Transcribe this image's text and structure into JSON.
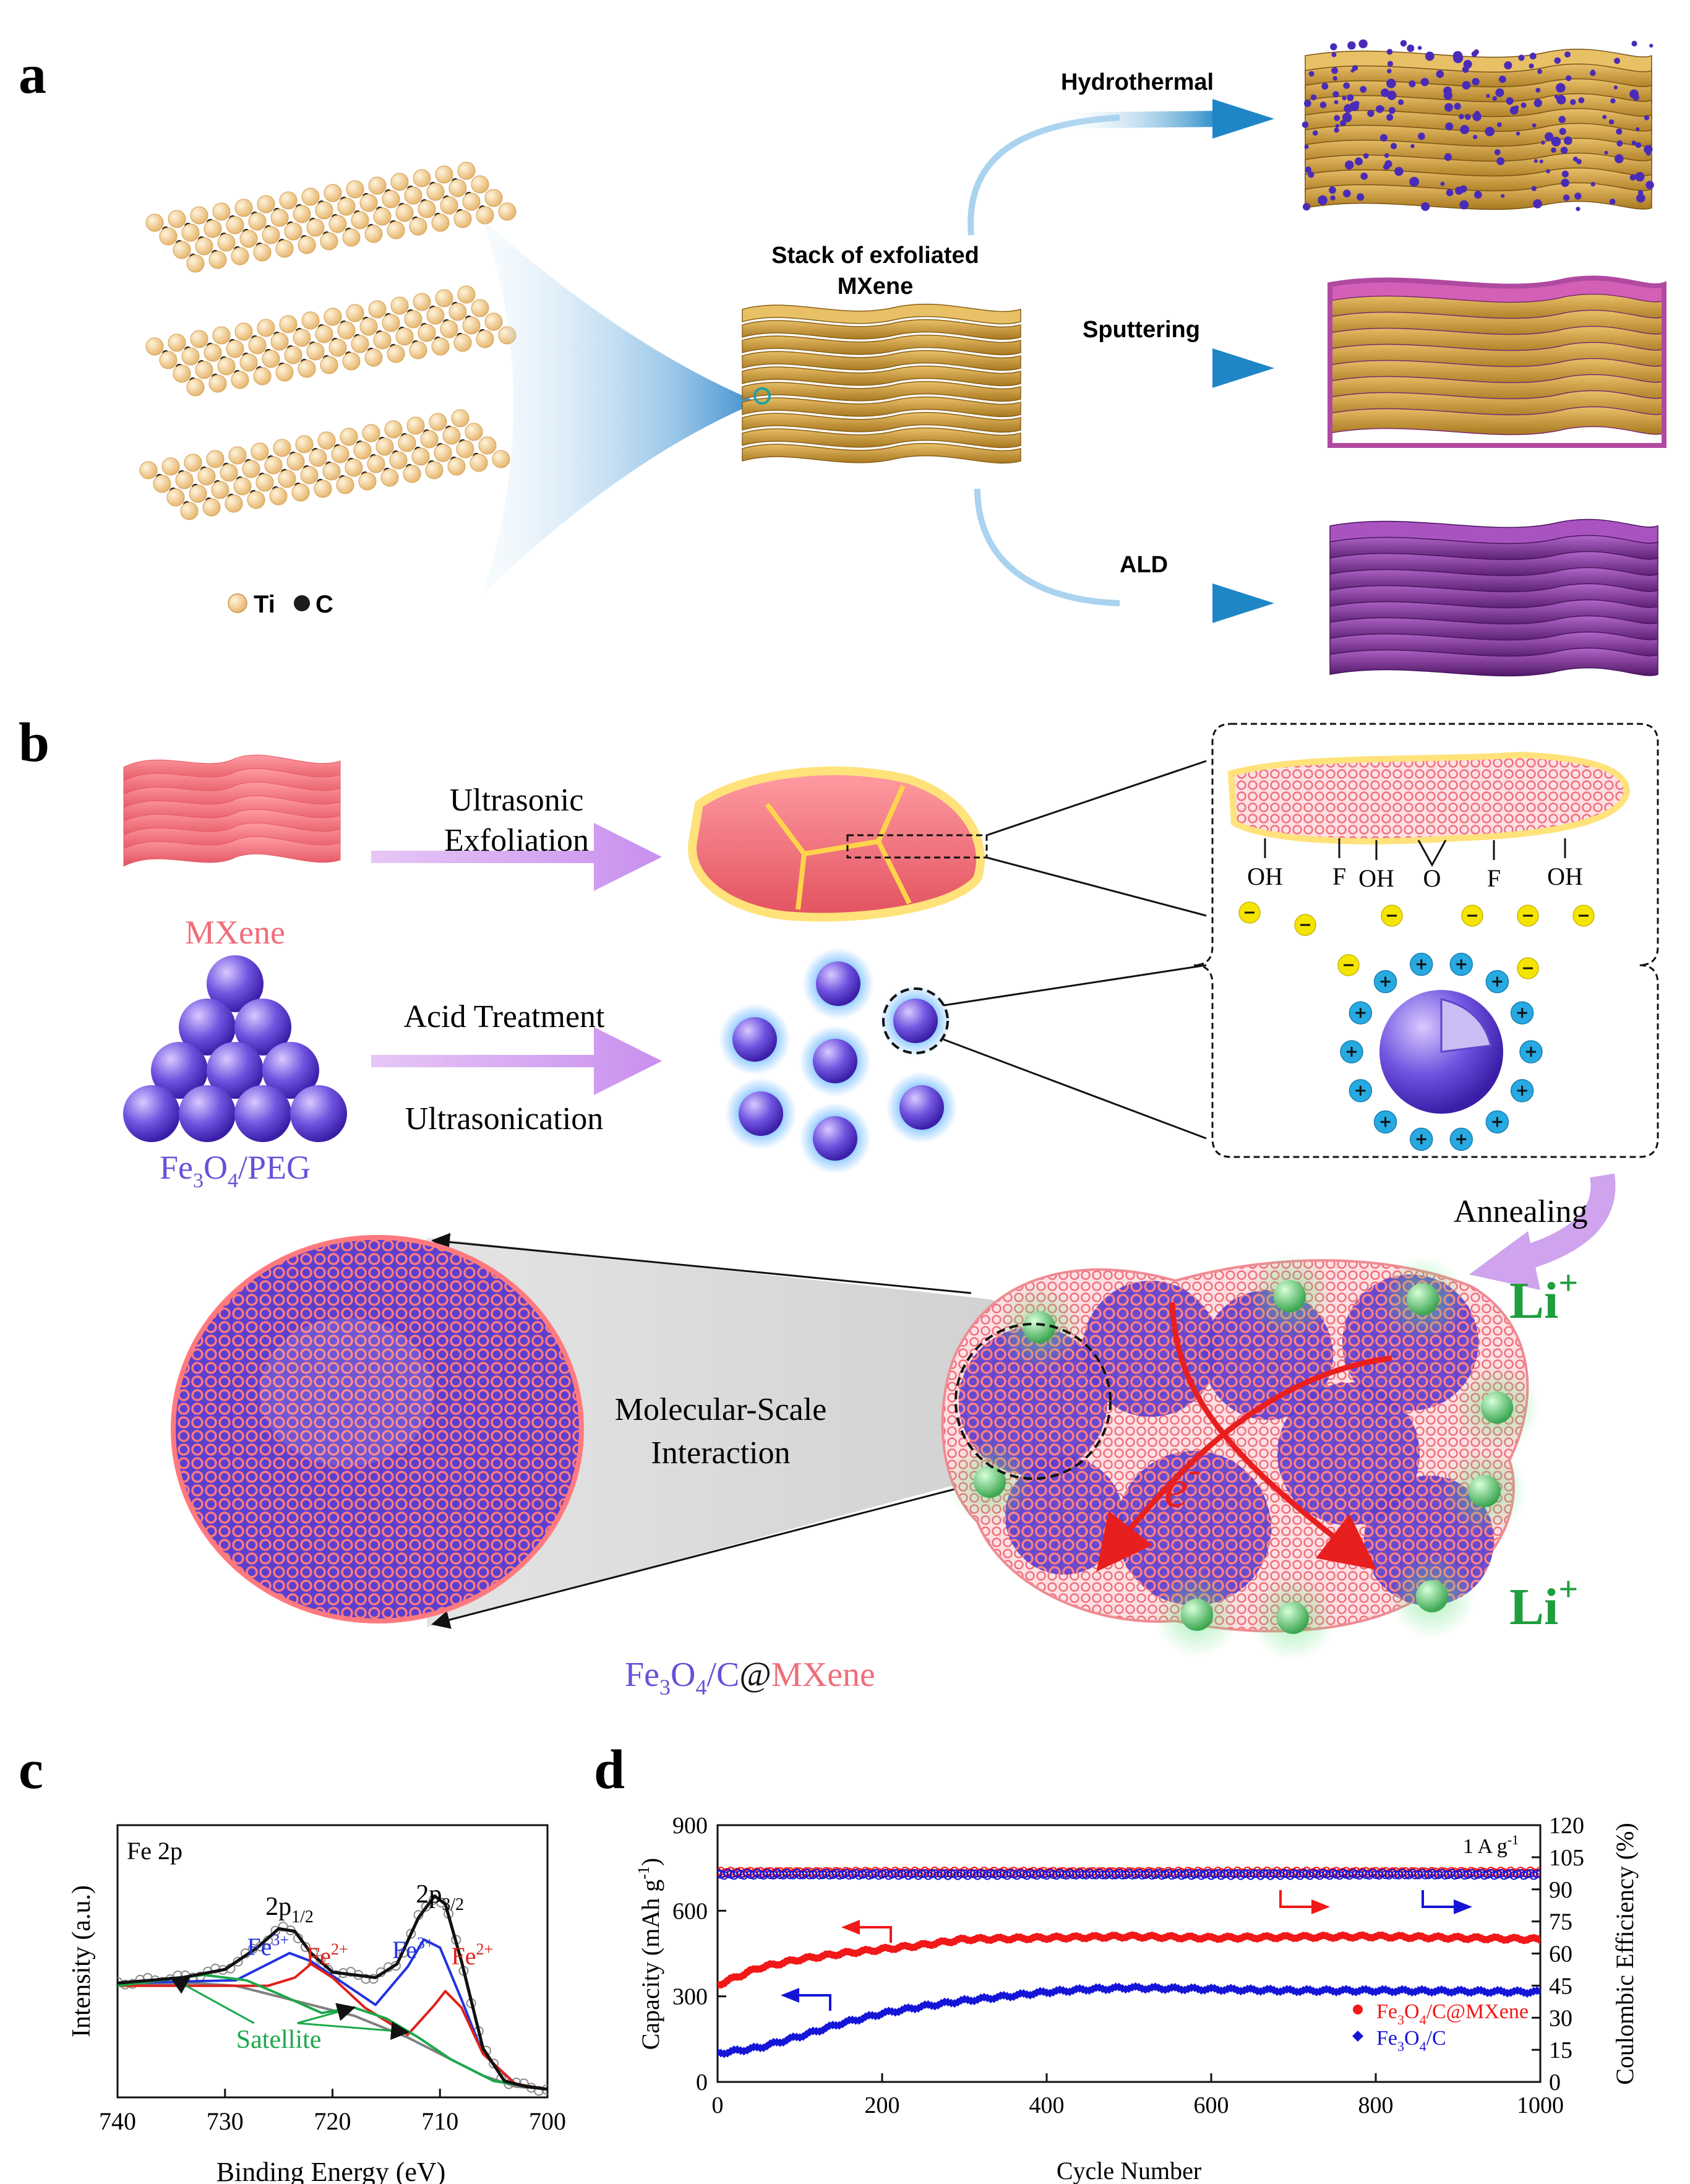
{
  "panel_labels": {
    "a": "a",
    "b": "b",
    "c": "c",
    "d": "d"
  },
  "panel_a": {
    "legend_ti": "Ti",
    "legend_c": "C",
    "stack_title_line1": "Stack of exfoliated",
    "stack_title_line2": "MXene",
    "route_1": "Hydrothermal",
    "route_2": "Sputtering",
    "route_3": "ALD",
    "colors": {
      "ti": "#f3d29a",
      "c": "#1c1c1c",
      "mxene": "#c99a3b",
      "coating": "#a8398f",
      "arrow": "#1f86c6"
    }
  },
  "panel_b": {
    "step1_line1": "Ultrasonic",
    "step1_line2": "Exfoliation",
    "mxene_label": "MXene",
    "step2_line1": "Acid Treatment",
    "step2_line2": "Ultrasonication",
    "precursor_base": "Fe",
    "precursor_sub1": "3",
    "precursor_mid": "O",
    "precursor_sub2": "4",
    "precursor_tail": "/PEG",
    "groups": [
      "OH",
      "F",
      "OH",
      "O",
      "F",
      "OH"
    ],
    "annealing": "Annealing",
    "interaction_line1": "Molecular-Scale",
    "interaction_line2": "Interaction",
    "electron": "e",
    "electron_sup": "-",
    "li": "Li",
    "li_sup": "+",
    "product_fe": "Fe",
    "product_sub1": "3",
    "product_o": "O",
    "product_sub2": "4",
    "product_c": "/C",
    "product_at": "@",
    "product_mx": "MXene",
    "colors": {
      "mxene": "#f06d78",
      "sphere": "#6a4fd8",
      "plus": "#27a9e1",
      "minus": "#f5e400",
      "li": "#1f9e3e",
      "arrow": "#cfa3ee"
    }
  },
  "chart_data": [
    {
      "type": "line",
      "panel": "c",
      "title": "Fe 2p",
      "xlabel": "Binding Energy (eV)",
      "ylabel": "Intensity (a.u.)",
      "xlim": [
        740,
        700
      ],
      "xticks": [
        740,
        730,
        720,
        710,
        700
      ],
      "x_reversed": true,
      "peaks": [
        {
          "label": "2p",
          "sub": "1/2",
          "x": 724
        },
        {
          "label": "2p",
          "sub": "3/2",
          "x": 710
        }
      ],
      "annotations": [
        {
          "text": "Fe",
          "sup": "3+",
          "x": 726,
          "color": "#2233dd"
        },
        {
          "text": "Fe",
          "sup": "2+",
          "x": 720.5,
          "color": "#e0201a"
        },
        {
          "text": "Fe",
          "sup": "3+",
          "x": 712.5,
          "color": "#2233dd"
        },
        {
          "text": "Fe",
          "sup": "2+",
          "x": 707,
          "color": "#e0201a"
        },
        {
          "text": "Satellite",
          "x": 725,
          "color": "#1aa84a"
        }
      ],
      "components": [
        {
          "role": "background",
          "color": "#808080",
          "x": [
            740,
            733,
            729,
            724,
            718,
            713,
            709,
            706,
            703,
            700
          ],
          "y": [
            0.41,
            0.42,
            0.41,
            0.36,
            0.3,
            0.22,
            0.14,
            0.08,
            0.04,
            0.03
          ]
        },
        {
          "role": "Fe3+",
          "color": "#2233dd",
          "x": [
            740,
            729,
            726,
            724,
            722,
            719,
            716,
            713,
            711.5,
            710,
            708,
            706,
            703,
            700
          ],
          "y": [
            0.42,
            0.43,
            0.49,
            0.53,
            0.5,
            0.42,
            0.34,
            0.48,
            0.58,
            0.55,
            0.36,
            0.16,
            0.05,
            0.03
          ]
        },
        {
          "role": "Fe2+",
          "color": "#e0201a",
          "x": [
            740,
            726,
            723.5,
            722,
            720,
            717,
            713,
            710.5,
            709.5,
            708,
            706,
            703,
            700
          ],
          "y": [
            0.41,
            0.41,
            0.44,
            0.49,
            0.44,
            0.33,
            0.23,
            0.34,
            0.39,
            0.33,
            0.16,
            0.05,
            0.03
          ]
        },
        {
          "role": "satellite",
          "color": "#1aa84a",
          "x": [
            740,
            736,
            732,
            728,
            725,
            721,
            718,
            715,
            712,
            709,
            705,
            700
          ],
          "y": [
            0.41,
            0.43,
            0.45,
            0.43,
            0.38,
            0.31,
            0.33,
            0.29,
            0.22,
            0.14,
            0.06,
            0.03
          ]
        },
        {
          "role": "envelope",
          "color": "#111111",
          "x": [
            740,
            734,
            730,
            727,
            725,
            723.5,
            722,
            720,
            718,
            716,
            714,
            712,
            710.5,
            709.5,
            708,
            706,
            704,
            702,
            700
          ],
          "y": [
            0.42,
            0.44,
            0.47,
            0.55,
            0.62,
            0.61,
            0.53,
            0.46,
            0.45,
            0.44,
            0.49,
            0.66,
            0.74,
            0.71,
            0.5,
            0.18,
            0.06,
            0.04,
            0.03
          ]
        }
      ]
    },
    {
      "type": "scatter",
      "panel": "d",
      "xlabel": "Cycle Number",
      "ylabel": "Capacity (mAh g",
      "ylabel_sup": "-1",
      "ylabel_tail": ")",
      "y2label": "Coulombic Efficiency (%)",
      "xlim": [
        0,
        1000
      ],
      "ylim": [
        0,
        900
      ],
      "y2lim": [
        0,
        120
      ],
      "xticks": [
        0,
        200,
        400,
        600,
        800,
        1000
      ],
      "yticks": [
        0,
        300,
        600,
        900
      ],
      "y2ticks": [
        0,
        15,
        30,
        45,
        60,
        75,
        90,
        105,
        120
      ],
      "rate": "1 A g",
      "rate_sup": "-1",
      "series": [
        {
          "name_fe": "Fe",
          "name_sub1": "3",
          "name_o": "O",
          "name_sub2": "4",
          "name_tail": "/C@MXene",
          "color": "#f01818",
          "marker": "circle",
          "capacity": {
            "x": [
              0,
              50,
              100,
              150,
              200,
              250,
              300,
              400,
              500,
              600,
              700,
              800,
              900,
              1000
            ],
            "y": [
              340,
              400,
              430,
              450,
              465,
              480,
              500,
              505,
              510,
              505,
              508,
              510,
              505,
              500
            ]
          },
          "efficiency": {
            "x": [
              0,
              1000
            ],
            "y": [
              98,
              98
            ]
          }
        },
        {
          "name_fe": "Fe",
          "name_sub1": "3",
          "name_o": "O",
          "name_sub2": "4",
          "name_tail": "/C",
          "color": "#1515d8",
          "marker": "diamond",
          "capacity": {
            "x": [
              0,
              50,
              100,
              150,
              200,
              250,
              300,
              350,
              400,
              450,
              500,
              600,
              700,
              800,
              900,
              1000
            ],
            "y": [
              100,
              120,
              160,
              205,
              240,
              265,
              285,
              300,
              315,
              325,
              330,
              325,
              320,
              320,
              318,
              315
            ]
          },
          "efficiency": {
            "x": [
              0,
              1000
            ],
            "y": [
              97,
              97
            ]
          }
        }
      ]
    }
  ]
}
